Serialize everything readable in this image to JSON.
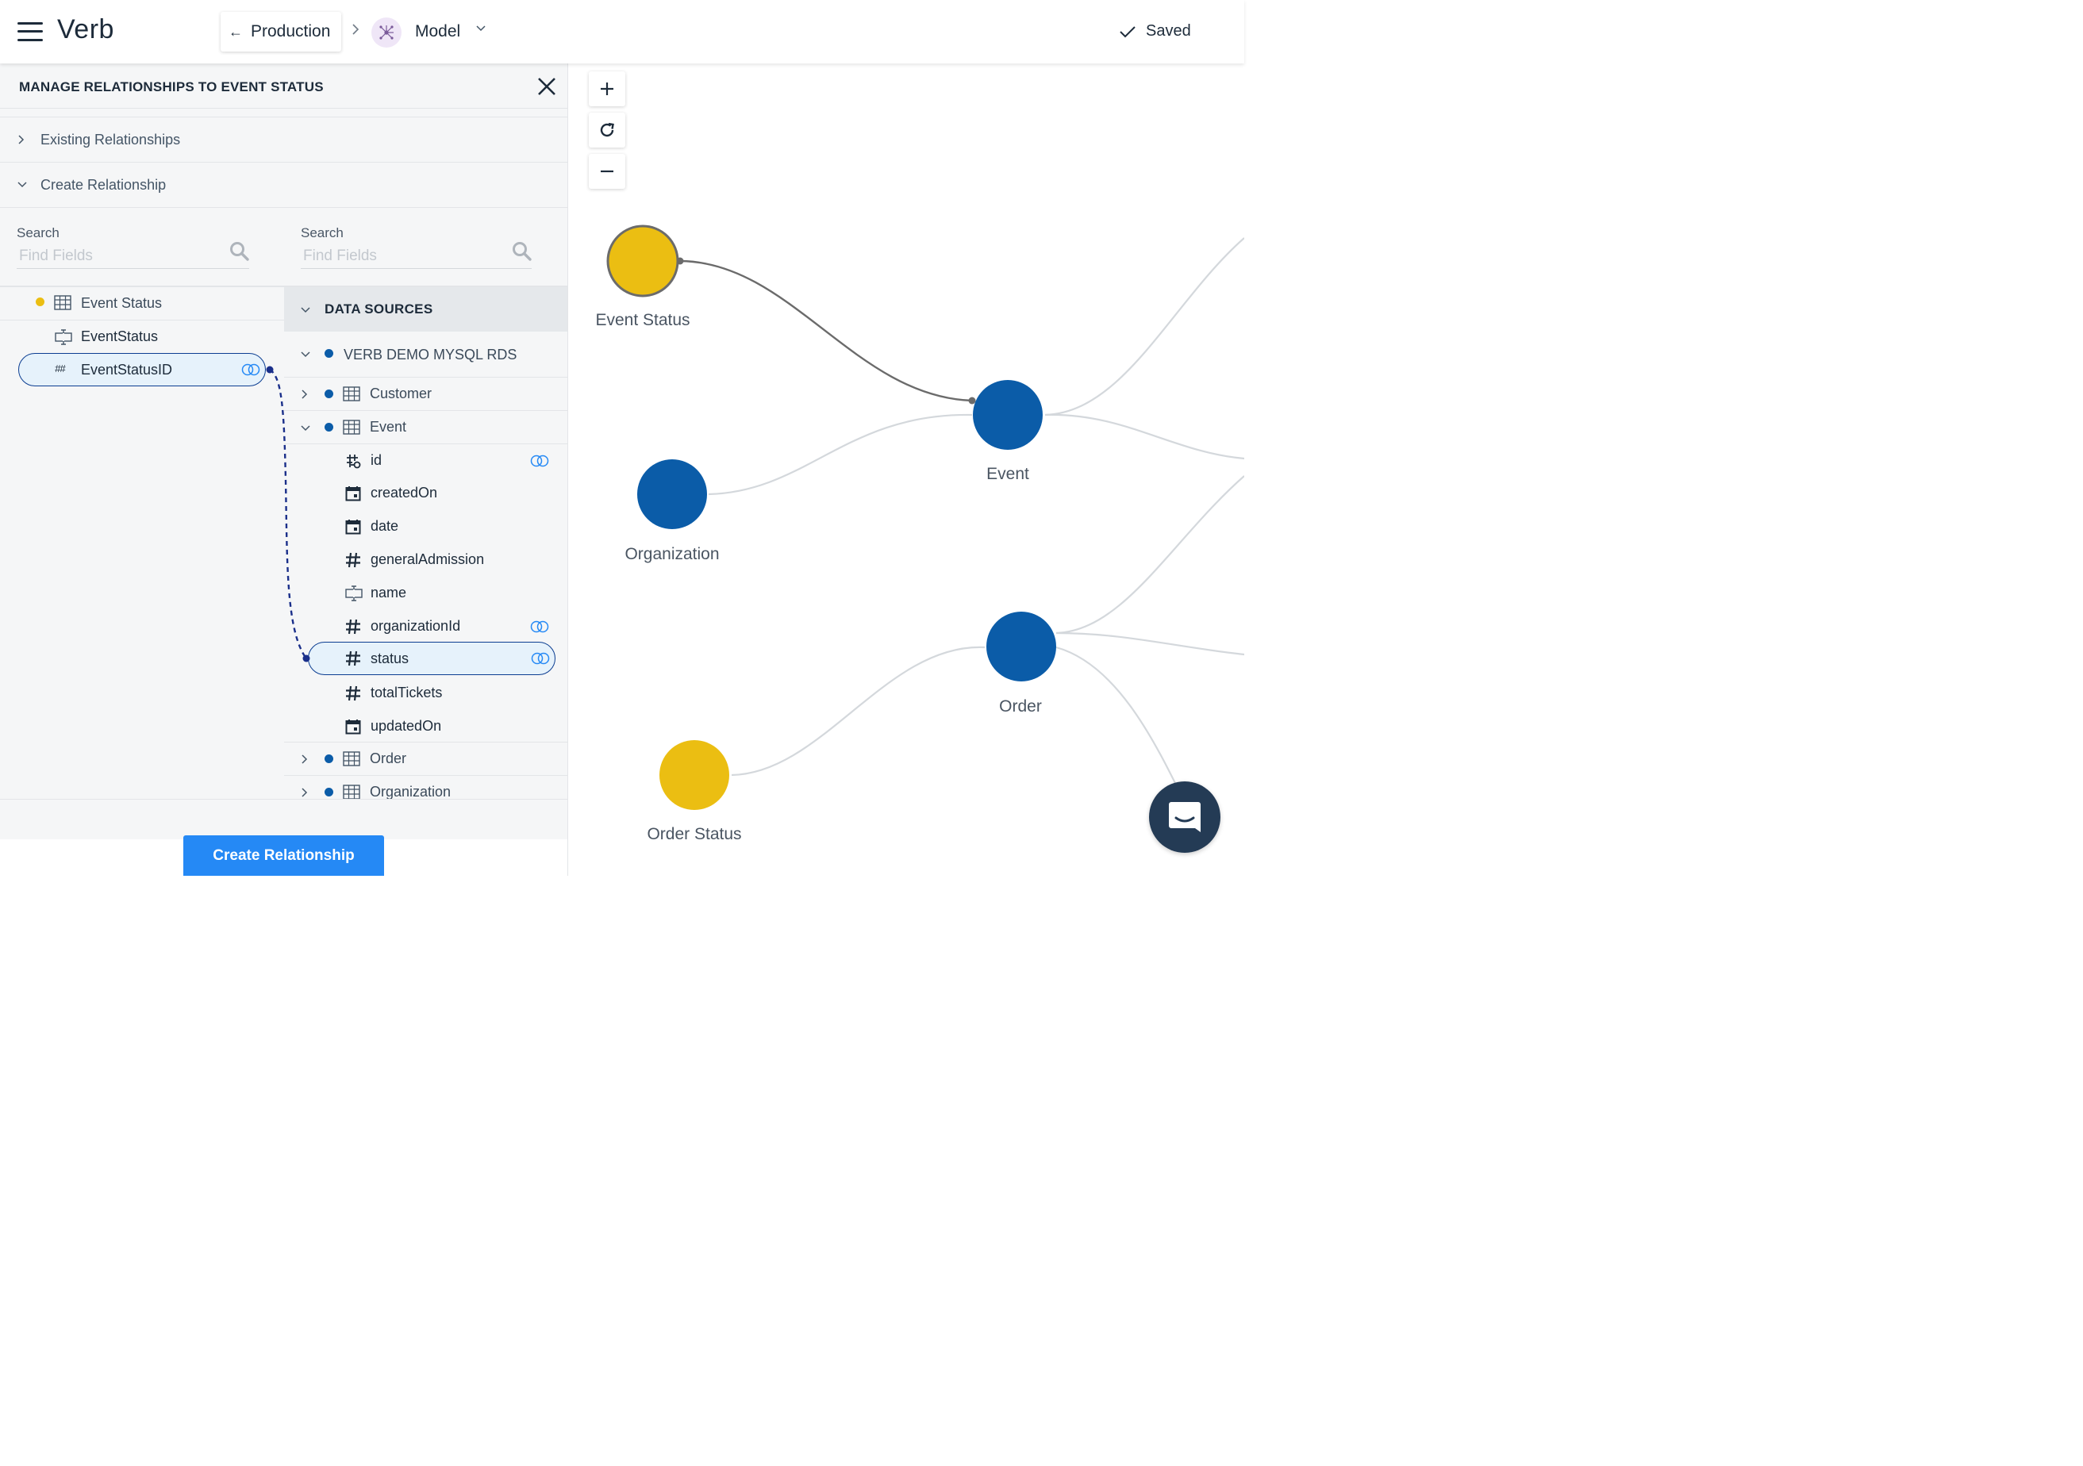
{
  "app": {
    "brand": "Verb"
  },
  "breadcrumb": {
    "back_label": "Production",
    "current": "Model"
  },
  "status": {
    "saved_label": "Saved"
  },
  "panel": {
    "title": "MANAGE RELATIONSHIPS TO EVENT STATUS",
    "existing_label": "Existing Relationships",
    "create_label": "Create Relationship",
    "search_left": {
      "label": "Search",
      "placeholder": "Find Fields"
    },
    "search_right": {
      "label": "Search",
      "placeholder": "Find Fields"
    },
    "left_tree": {
      "table": "Event Status",
      "fields": [
        "EventStatus",
        "EventStatusID"
      ]
    },
    "right_tree": {
      "header": "DATA SOURCES",
      "source": "VERB DEMO MYSQL RDS",
      "tables": [
        "Customer",
        "Event",
        "Order",
        "Organization"
      ],
      "event_fields": [
        "id",
        "createdOn",
        "date",
        "generalAdmission",
        "name",
        "organizationId",
        "status",
        "totalTickets",
        "updatedOn"
      ]
    },
    "create_button": "Create Relationship"
  },
  "graph": {
    "nodes": [
      "Event Status",
      "Event",
      "Organization",
      "Order",
      "Order Status"
    ],
    "colors": {
      "table_blue": "#0b5ca8",
      "table_yellow": "#ebbe12",
      "link": "#d4d8dc",
      "active_link": "#6b6b6b"
    }
  }
}
